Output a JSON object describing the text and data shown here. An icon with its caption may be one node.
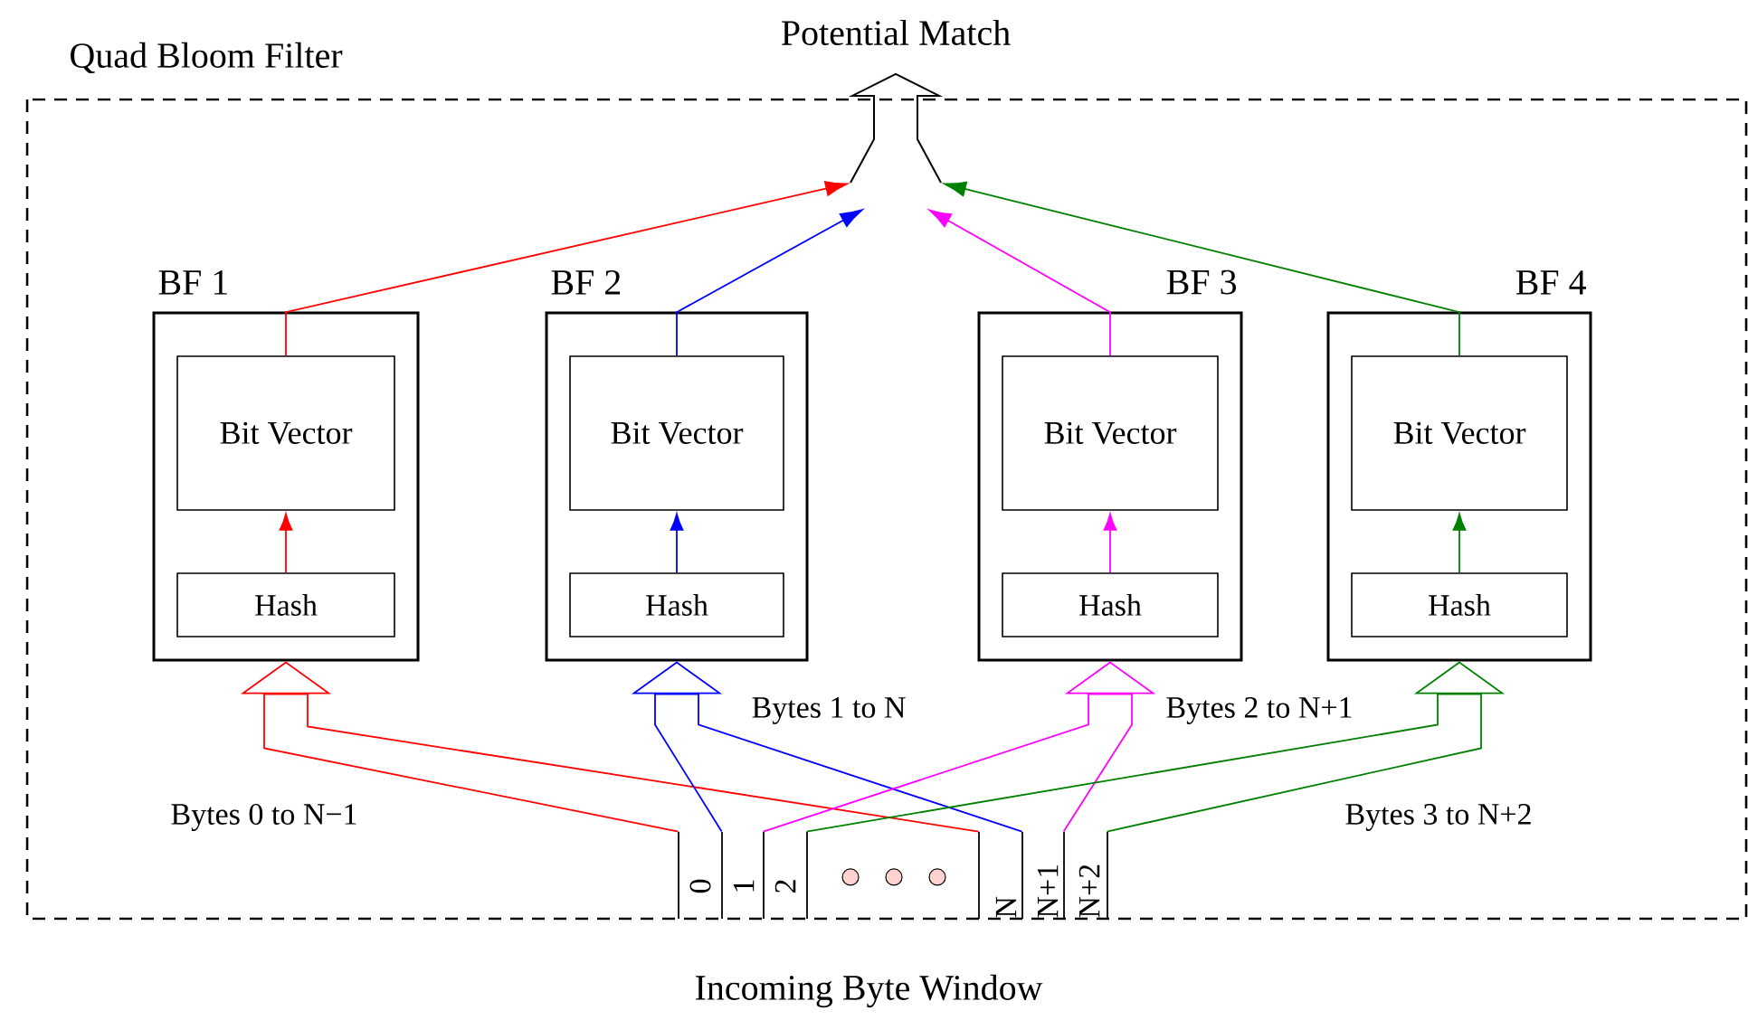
{
  "diagram": {
    "nodes": [
      {
        "text": [
          "Quad Bloom Filter"
        ]
      },
      {
        "text": [],
        "shape": "arrow",
        "beside": [
          "Potential Match"
        ]
      },
      {
        "text": [
          "BF 1"
        ],
        "in": 0
      },
      {
        "text": [
          "Bit Vector"
        ],
        "in": 2
      },
      {
        "text": [
          "Hash"
        ],
        "in": 2
      },
      {
        "text": [
          "BF 2"
        ],
        "in": 0
      },
      {
        "text": [
          "Bit Vector"
        ],
        "in": 5
      },
      {
        "text": [
          "Hash"
        ],
        "in": 5
      },
      {
        "text": [
          "BF 3"
        ],
        "in": 0
      },
      {
        "text": [
          "Bit Vector"
        ],
        "in": 8
      },
      {
        "text": [
          "Hash"
        ],
        "in": 8
      },
      {
        "text": [
          "BF 4"
        ],
        "in": 0
      },
      {
        "text": [
          "Bit Vector"
        ],
        "in": 11
      },
      {
        "text": [
          "Hash"
        ],
        "in": 11
      },
      {
        "text": [
          "Incoming Byte Window"
        ]
      },
      {
        "text": [
          "0"
        ]
      },
      {
        "text": [
          "1"
        ]
      },
      {
        "text": [
          "2"
        ]
      },
      {
        "text": [
          "N"
        ]
      },
      {
        "text": [
          "N+1"
        ]
      },
      {
        "text": [
          "N+2"
        ]
      }
    ],
    "edges": [
      {
        "from": 4,
        "to": 3,
        "arrow": "to",
        "color": "#ff0000"
      },
      {
        "from": 7,
        "to": 6,
        "arrow": "to",
        "color": "#0000ff"
      },
      {
        "from": 10,
        "to": 9,
        "arrow": "to",
        "color": "#ff00ff"
      },
      {
        "from": 13,
        "to": 12,
        "arrow": "to",
        "color": "#008000"
      },
      {
        "from": 3,
        "to": 1,
        "arrow": "to",
        "color": "#ff0000"
      },
      {
        "from": 6,
        "to": 1,
        "arrow": "to",
        "color": "#0000ff"
      },
      {
        "from": 9,
        "to": 1,
        "arrow": "to",
        "color": "#ff00ff"
      },
      {
        "from": 12,
        "to": 1,
        "arrow": "to",
        "color": "#008000"
      },
      {
        "from": 14,
        "to": 2,
        "arrow": "to",
        "color": "#ff0000",
        "label": "Bytes 0 to N−1"
      },
      {
        "from": 14,
        "to": 5,
        "arrow": "to",
        "color": "#0000ff",
        "label": "Bytes 1 to N"
      },
      {
        "from": 14,
        "to": 8,
        "arrow": "to",
        "color": "#ff00ff",
        "label": "Bytes 2 to N+1"
      },
      {
        "from": 14,
        "to": 11,
        "arrow": "to",
        "color": "#008000",
        "label": "Bytes 3 to N+2"
      }
    ]
  }
}
